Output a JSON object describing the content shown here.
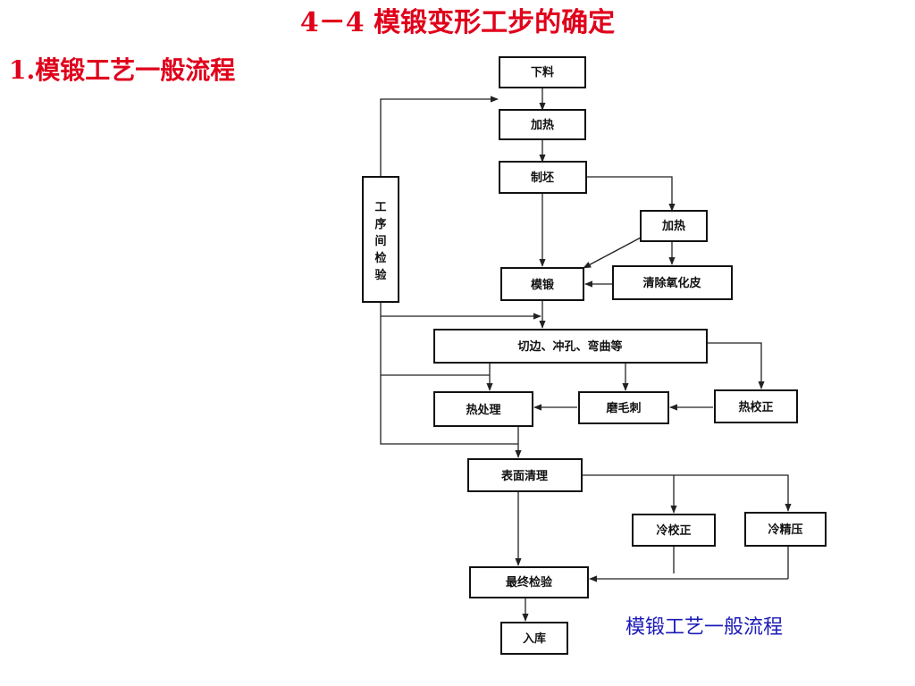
{
  "title": "4－4  模锻变形工步的确定",
  "subtitle": "1.模锻工艺一般流程",
  "caption": "模锻工艺一般流程",
  "colors": {
    "heading": "#e0001b",
    "caption": "#1a1ab8",
    "line": "#222222"
  },
  "nodes": {
    "cutting": "下料",
    "heating1": "加热",
    "blank": "制坯",
    "heating2": "加热",
    "descale": "清除氧化皮",
    "forging": "模锻",
    "trim": "切边、冲孔、弯曲等",
    "heat_treat": "热处理",
    "deburr": "磨毛刺",
    "hot_straighten": "热校正",
    "surface_clean": "表面清理",
    "cold_straighten": "冷校正",
    "cold_coin": "冷精压",
    "final_inspect": "最终检验",
    "storage": "入库",
    "inter_inspect": [
      "工",
      "序",
      "间",
      "检",
      "验"
    ]
  }
}
